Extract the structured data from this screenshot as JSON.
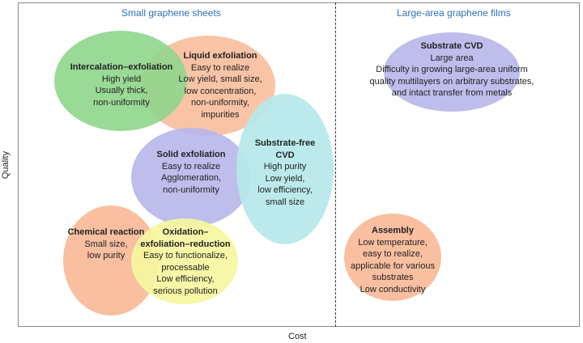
{
  "colors": {
    "green": "#8fd68c",
    "salmon": "#f8b896",
    "lavender": "#b7b6ea",
    "cyan": "#b6e8ea",
    "yellow": "#f6f6a0",
    "section_text": "#2f6fb5"
  },
  "sections": {
    "left": "Small graphene sheets",
    "right": "Large-area graphene films"
  },
  "axes": {
    "x": "Cost",
    "y": "Quality"
  },
  "methods": {
    "intercalation": {
      "title": "Intercalation–exfoliation",
      "lines": [
        "High yield",
        "Usually thick,",
        "non-uniformity"
      ]
    },
    "liquid": {
      "title": "Liquid exfoliation",
      "lines": [
        "Easy to realize",
        "Low yield, small size,",
        "low concentration,",
        "non-uniformity,",
        "impurities"
      ]
    },
    "solid": {
      "title": "Solid exfoliation",
      "lines": [
        "Easy to realize",
        "Agglomeration,",
        "non-uniformity"
      ]
    },
    "substrate_free": {
      "title": "Substrate-free",
      "title2": "CVD",
      "lines": [
        "High purity",
        "Low yield,",
        "low efficiency,",
        "small size"
      ]
    },
    "chemical": {
      "title": "Chemical reaction",
      "lines": [
        "Small size,",
        "low purity"
      ]
    },
    "oxidation": {
      "title": "Oxidation–",
      "title2": "exfoliation–reduction",
      "lines": [
        "Easy to functionalize,",
        "processable",
        "Low efficiency,",
        "serious pollution"
      ]
    },
    "substrate_cvd": {
      "title": "Substrate CVD",
      "lines": [
        "Large area",
        "Difficulty in growing large-area uniform",
        "quality multilayers on arbitrary substrates,",
        "and intact transfer from metals"
      ]
    },
    "assembly": {
      "title": "Assembly",
      "lines": [
        "Low temperature,",
        "easy to realize,",
        "applicable for various",
        "substrates",
        "Low conductivity"
      ]
    }
  }
}
